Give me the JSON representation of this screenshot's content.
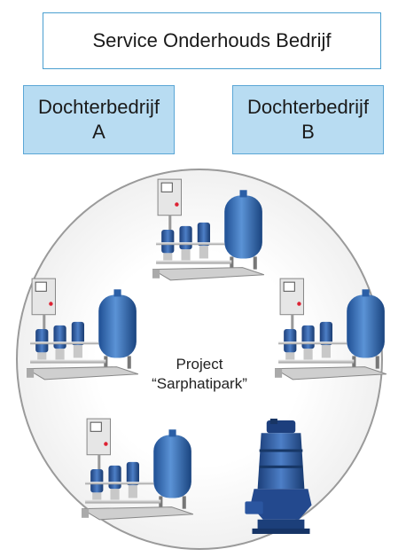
{
  "header": {
    "title": "Service Onderhouds Bedrijf"
  },
  "subsidiaries": [
    {
      "line1": "Dochterbedrijf",
      "line2": "A"
    },
    {
      "line1": "Dochterbedrijf",
      "line2": "B"
    }
  ],
  "project": {
    "line1": "Project",
    "line2": "“Sarphatipark”"
  },
  "equipment": [
    {
      "type": "booster-pump-set"
    },
    {
      "type": "booster-pump-set"
    },
    {
      "type": "booster-pump-set"
    },
    {
      "type": "booster-pump-set"
    },
    {
      "type": "submersible-pump"
    }
  ],
  "colors": {
    "border": "#4a9fd0",
    "box_fill": "#b8dcf2",
    "pump_blue": "#2a5fa8"
  }
}
